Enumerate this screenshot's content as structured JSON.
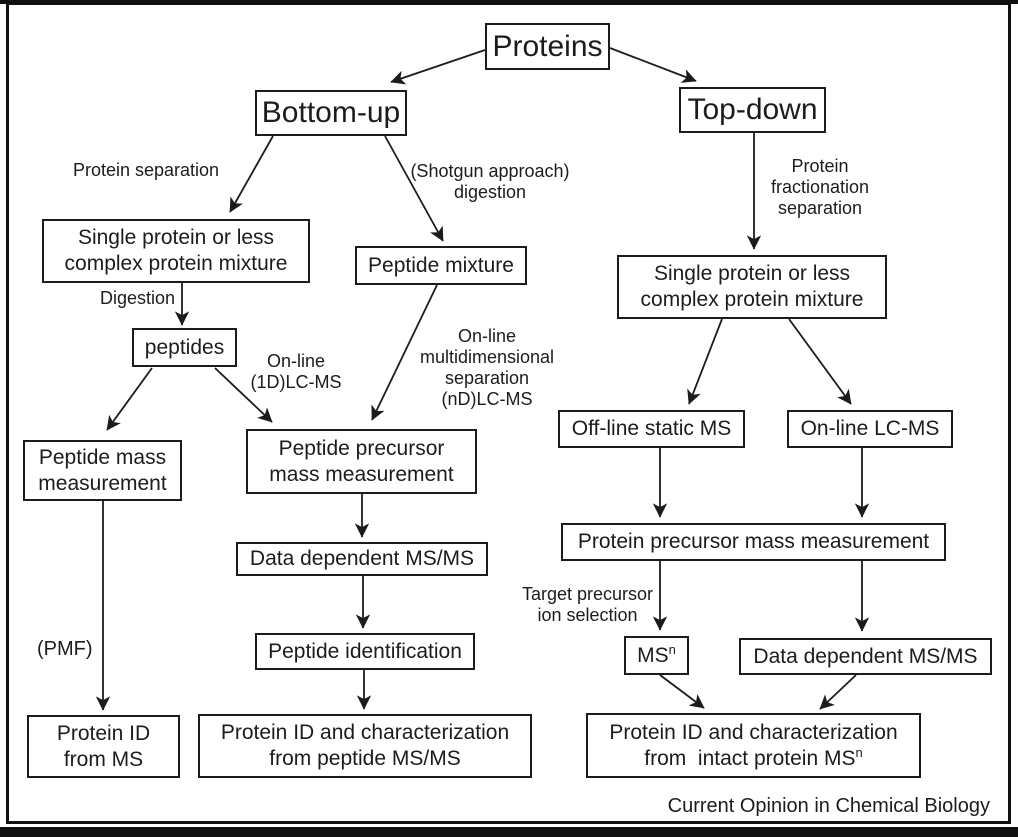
{
  "nodes": {
    "proteins": {
      "text": "Proteins"
    },
    "bottom_up": {
      "text": "Bottom-up"
    },
    "top_down": {
      "text": "Top-down"
    },
    "left_single": {
      "lines": [
        "Single protein or less",
        "complex protein mixture"
      ]
    },
    "peptide_mixture": {
      "text": "Peptide mixture"
    },
    "right_single": {
      "lines": [
        "Single protein or less",
        "complex protein mixture"
      ]
    },
    "peptides": {
      "text": "peptides"
    },
    "peptide_mass": {
      "lines": [
        "Peptide mass",
        "measurement"
      ]
    },
    "peptide_precursor": {
      "lines": [
        "Peptide precursor",
        "mass measurement"
      ]
    },
    "offline_static": {
      "text": "Off-line static MS"
    },
    "online_lcms": {
      "text": "On-line LC-MS"
    },
    "protein_precursor": {
      "text": "Protein precursor mass measurement"
    },
    "data_dependent_mid": {
      "text": "Data dependent MS/MS"
    },
    "peptide_identification": {
      "text": "Peptide identification"
    },
    "msn": {
      "base": "MS",
      "sup": "n"
    },
    "data_dependent_right": {
      "text": "Data dependent MS/MS"
    },
    "protein_id_ms": {
      "lines": [
        "Protein ID",
        "from MS"
      ]
    },
    "protein_id_peptide": {
      "lines": [
        "Protein ID and characterization",
        "from peptide MS/MS"
      ]
    },
    "protein_id_intact": {
      "line1": "Protein ID and characterization",
      "line2_base": "from  intact protein MS",
      "line2_sup": "n"
    }
  },
  "edge_labels": {
    "protein_separation": "Protein separation",
    "shotgun": {
      "lines": [
        "(Shotgun approach)",
        "digestion"
      ]
    },
    "protein_fractionation": {
      "lines": [
        "Protein",
        "fractionation",
        "separation"
      ]
    },
    "digestion": "Digestion",
    "online_1d": {
      "lines": [
        "On-line",
        "(1D)LC-MS"
      ]
    },
    "online_multi": {
      "lines": [
        "On-line",
        "multidimensional",
        "separation",
        "(nD)LC-MS"
      ]
    },
    "pmf": "(PMF)",
    "target_precursor": {
      "lines": [
        "Target precursor",
        "ion selection"
      ]
    }
  },
  "credit": "Current Opinion in Chemical Biology",
  "colors": {
    "ink": "#1c1c1c",
    "background": "#ffffff",
    "border": "#111111"
  }
}
